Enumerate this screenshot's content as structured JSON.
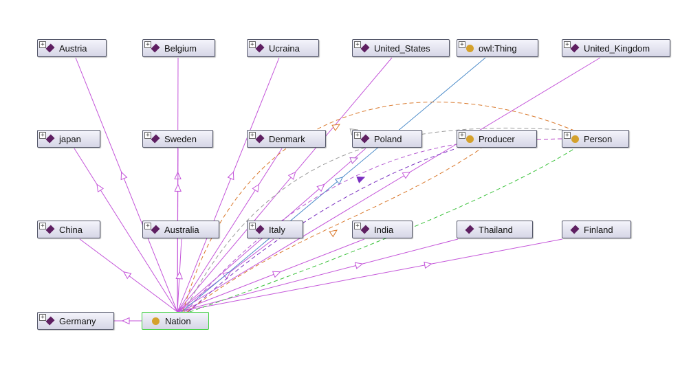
{
  "nodes": {
    "austria": {
      "label": "Austria",
      "kind": "individual"
    },
    "belgium": {
      "label": "Belgium",
      "kind": "individual"
    },
    "ucraina": {
      "label": "Ucraina",
      "kind": "individual"
    },
    "united_states": {
      "label": "United_States",
      "kind": "individual"
    },
    "owl_thing": {
      "label": "owl:Thing",
      "kind": "class"
    },
    "united_kingdom": {
      "label": "United_Kingdom",
      "kind": "individual"
    },
    "japan": {
      "label": "japan",
      "kind": "individual"
    },
    "sweden": {
      "label": "Sweden",
      "kind": "individual"
    },
    "denmark": {
      "label": "Denmark",
      "kind": "individual"
    },
    "poland": {
      "label": "Poland",
      "kind": "individual"
    },
    "producer": {
      "label": "Producer",
      "kind": "class"
    },
    "person": {
      "label": "Person",
      "kind": "class"
    },
    "china": {
      "label": "China",
      "kind": "individual"
    },
    "australia": {
      "label": "Australia",
      "kind": "individual"
    },
    "italy": {
      "label": "Italy",
      "kind": "individual"
    },
    "india": {
      "label": "India",
      "kind": "individual"
    },
    "thailand": {
      "label": "Thailand",
      "kind": "individual"
    },
    "finland": {
      "label": "Finland",
      "kind": "individual"
    },
    "germany": {
      "label": "Germany",
      "kind": "individual"
    },
    "nation": {
      "label": "Nation",
      "kind": "class",
      "selected": true
    }
  },
  "edges": [
    {
      "from": "nation",
      "to": "austria",
      "type": "instance-of"
    },
    {
      "from": "nation",
      "to": "belgium",
      "type": "instance-of"
    },
    {
      "from": "nation",
      "to": "ucraina",
      "type": "instance-of"
    },
    {
      "from": "nation",
      "to": "united_states",
      "type": "instance-of"
    },
    {
      "from": "nation",
      "to": "united_kingdom",
      "type": "instance-of"
    },
    {
      "from": "nation",
      "to": "japan",
      "type": "instance-of"
    },
    {
      "from": "nation",
      "to": "sweden",
      "type": "instance-of"
    },
    {
      "from": "nation",
      "to": "denmark",
      "type": "instance-of"
    },
    {
      "from": "nation",
      "to": "poland",
      "type": "instance-of"
    },
    {
      "from": "nation",
      "to": "china",
      "type": "instance-of"
    },
    {
      "from": "nation",
      "to": "australia",
      "type": "instance-of"
    },
    {
      "from": "nation",
      "to": "italy",
      "type": "instance-of"
    },
    {
      "from": "nation",
      "to": "india",
      "type": "instance-of"
    },
    {
      "from": "nation",
      "to": "thailand",
      "type": "instance-of"
    },
    {
      "from": "nation",
      "to": "finland",
      "type": "instance-of"
    },
    {
      "from": "nation",
      "to": "germany",
      "type": "instance-of"
    },
    {
      "from": "nation",
      "to": "owl_thing",
      "type": "subclass-of"
    },
    {
      "from": "nation",
      "to": "person",
      "type": "object-property-orange"
    },
    {
      "from": "nation",
      "to": "producer",
      "type": "object-property-orange"
    },
    {
      "from": "nation",
      "to": "person",
      "type": "object-property-gray"
    },
    {
      "from": "nation",
      "to": "producer",
      "type": "object-property-violet"
    },
    {
      "from": "nation",
      "to": "producer",
      "type": "object-property-purple"
    },
    {
      "from": "nation",
      "to": "person",
      "type": "object-property-green"
    },
    {
      "from": "producer",
      "to": "person",
      "type": "object-property-magenta"
    }
  ],
  "colors": {
    "instance_edge": "#c455d9",
    "subclass_edge": "#4b8bc9",
    "orange_edge": "#d9782b",
    "gray_edge": "#9a9a9a",
    "violet_edge": "#b45ad0",
    "purple_edge": "#7a2fc0",
    "green_edge": "#3cc23c",
    "magenta_edge": "#b33cc4",
    "individual_icon": "#5e1f61",
    "class_icon": "#d4a12c",
    "selected_border": "#3ccf3c"
  },
  "icons": {
    "individual": "diamond-icon",
    "class": "circle-icon",
    "expand": "plus-expand-icon"
  }
}
